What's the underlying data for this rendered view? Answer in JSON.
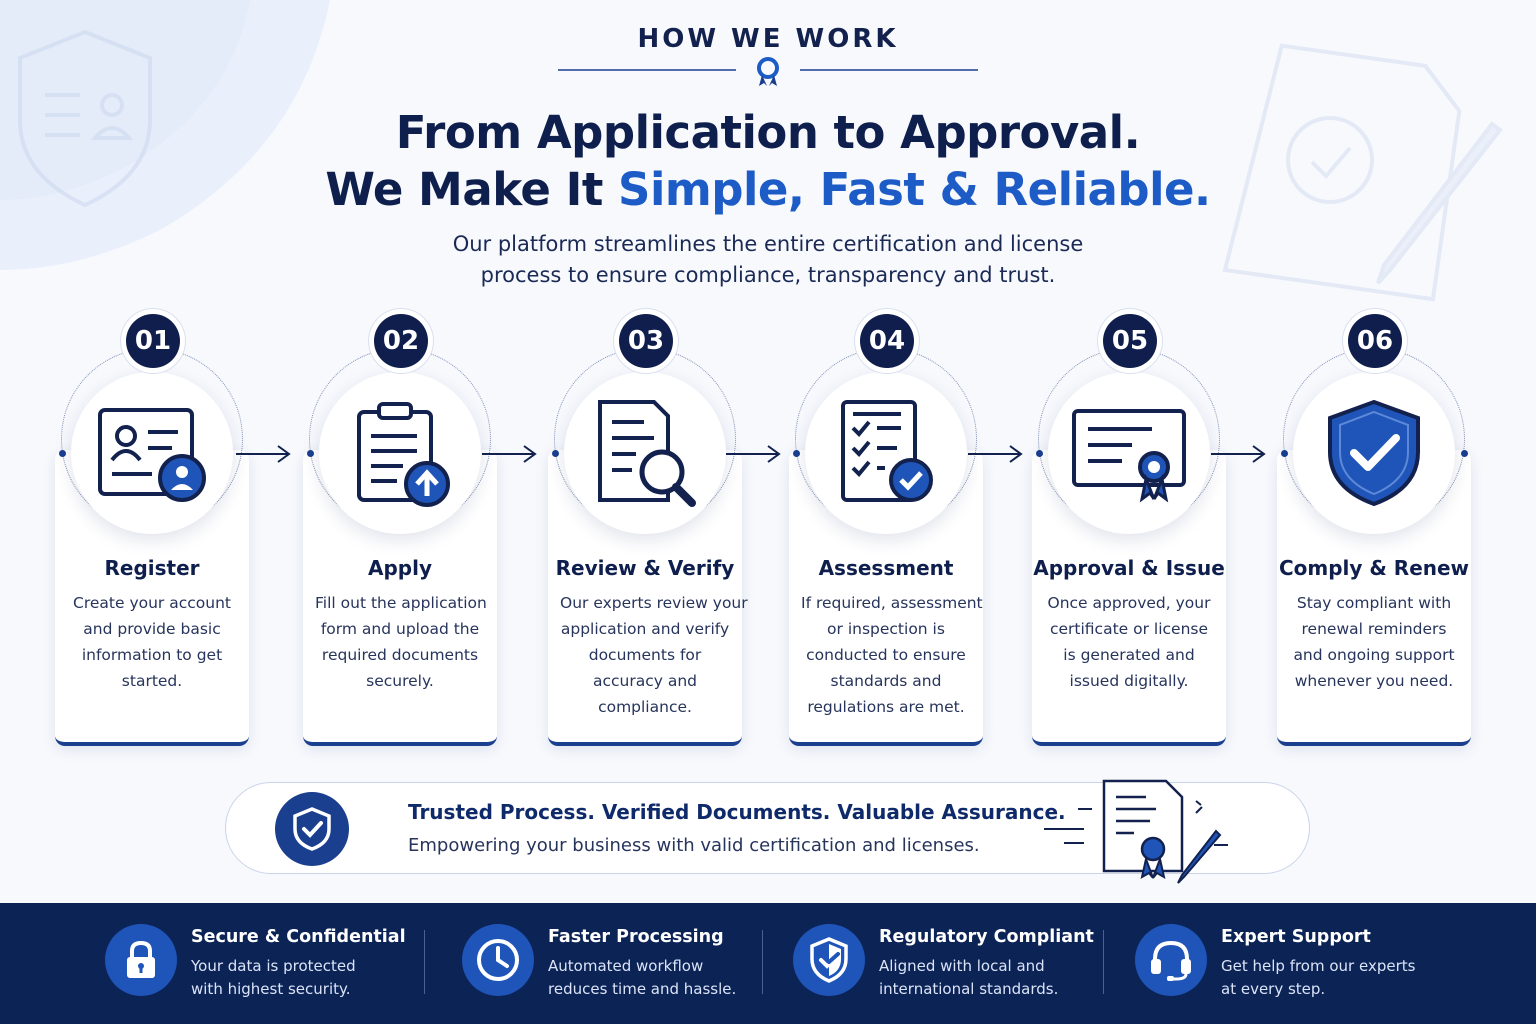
{
  "header": {
    "eyebrow": "HOW WE WORK",
    "headline_line1": "From Application to Approval.",
    "headline_line2_plain": "We Make It ",
    "headline_line2_accent": "Simple, Fast & Reliable.",
    "intro_line1": "Our platform streamlines the entire certification and license",
    "intro_line2": "process to ensure compliance, transparency and trust."
  },
  "steps": [
    {
      "number": "01",
      "title": "Register",
      "icon": "id-card-user-icon",
      "desc": [
        "Create your account",
        "and provide basic",
        "information to get",
        "started."
      ]
    },
    {
      "number": "02",
      "title": "Apply",
      "icon": "clipboard-upload-icon",
      "desc": [
        "Fill out the application",
        "form and upload the",
        "required documents",
        "securely."
      ]
    },
    {
      "number": "03",
      "title": "Review & Verify",
      "icon": "document-search-icon",
      "desc": [
        "Our experts review your",
        "application and verify",
        "documents for",
        "accuracy and",
        "compliance."
      ]
    },
    {
      "number": "04",
      "title": "Assessment",
      "icon": "checklist-icon",
      "desc": [
        "If required, assessment",
        "or inspection is",
        "conducted to ensure",
        "standards and",
        "regulations are met."
      ]
    },
    {
      "number": "05",
      "title": "Approval & Issue",
      "icon": "certificate-icon",
      "desc": [
        "Once approved, your",
        "certificate or license",
        "is generated and",
        "issued digitally."
      ]
    },
    {
      "number": "06",
      "title": "Comply & Renew",
      "icon": "shield-check-icon",
      "desc": [
        "Stay compliant with",
        "renewal reminders",
        "and ongoing support",
        "whenever you need."
      ]
    }
  ],
  "assurance": {
    "title": "Trusted Process. Verified Documents. Valuable Assurance.",
    "subtitle": "Empowering your business with valid certification and licenses."
  },
  "features": [
    {
      "title": "Secure & Confidential",
      "icon": "lock-icon",
      "desc": [
        "Your data is protected",
        "with highest security."
      ]
    },
    {
      "title": "Faster Processing",
      "icon": "clock-icon",
      "desc": [
        "Automated workflow",
        "reduces time and hassle."
      ]
    },
    {
      "title": "Regulatory Compliant",
      "icon": "shield-check-icon",
      "desc": [
        "Aligned with local and",
        "international standards."
      ]
    },
    {
      "title": "Expert Support",
      "icon": "headset-icon",
      "desc": [
        "Get help from our experts",
        "at every step."
      ]
    }
  ],
  "colors": {
    "navy": "#0f1e4d",
    "accent_blue": "#1d5bc6",
    "footer_bg": "#0c2356",
    "icon_blue": "#1f55b8"
  }
}
